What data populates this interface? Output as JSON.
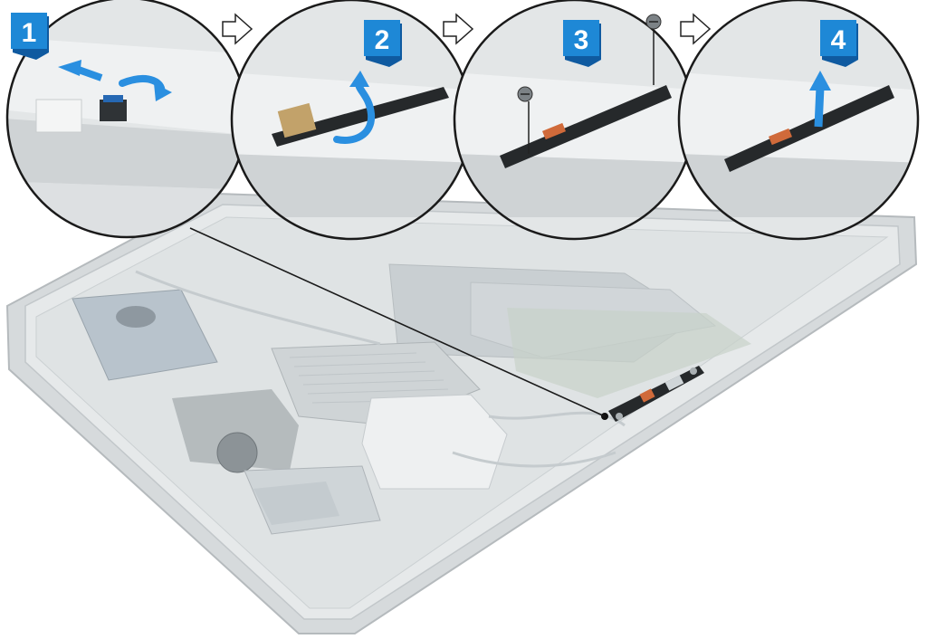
{
  "steps": [
    {
      "number": "1",
      "action": "disconnect-cable-and-peel-tape"
    },
    {
      "number": "2",
      "action": "peel-tape"
    },
    {
      "number": "3",
      "action": "remove-screws"
    },
    {
      "number": "4",
      "action": "lift-board"
    }
  ],
  "colors": {
    "badge": "#1e88d6",
    "badge_dark": "#0f5aa0",
    "arrow": "#2a8fe0",
    "outline": "#1a1a1a",
    "chassis": "#d4d8da",
    "board": "#262a2c"
  },
  "icons": [
    "next-step-arrow-icon",
    "screw-icon",
    "lift-arrow-icon",
    "rotate-arrow-icon"
  ]
}
